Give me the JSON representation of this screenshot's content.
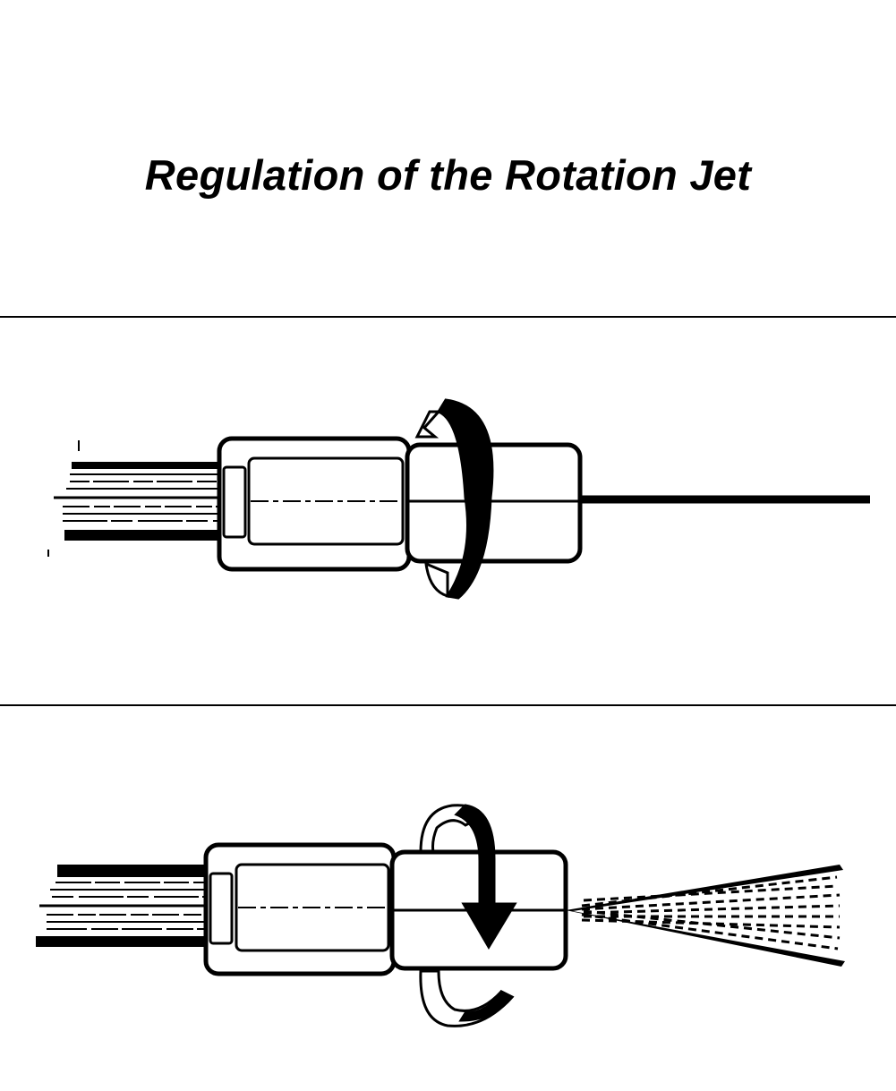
{
  "title": "Regulation of the Rotation Jet",
  "panels": [
    {
      "id": "pencil-jet",
      "jet": "straight stream",
      "rotation": "counter-clockwise"
    },
    {
      "id": "fan-spray",
      "jet": "fan spray",
      "rotation": "clockwise"
    }
  ],
  "colors": {
    "ink": "#000000",
    "paper": "#ffffff"
  }
}
